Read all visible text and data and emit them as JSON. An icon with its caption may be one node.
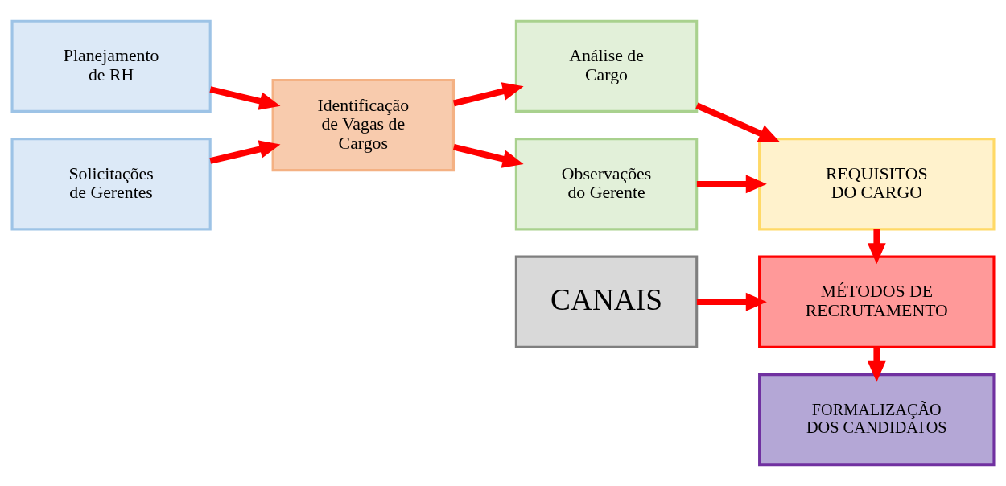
{
  "diagram": {
    "nodes": [
      {
        "text": [
          "Planejamento de RH"
        ]
      },
      {
        "text": [
          "Solicitações de Gerentes"
        ]
      },
      {
        "text": [
          "Identificação de Vagas de Cargos"
        ]
      },
      {
        "text": [
          "Análise de Cargo"
        ]
      },
      {
        "text": [
          "Observações do Gerente"
        ]
      },
      {
        "text": [
          "REQUISITOS DO CARGO"
        ]
      },
      {
        "text": [
          "CANAIS"
        ]
      },
      {
        "text": [
          "MÉTODOS DE RECRUTAMENTO"
        ]
      },
      {
        "text": [
          "FORMALIZAÇÃO DOS CANDIDATOS"
        ]
      }
    ],
    "edges": [
      {
        "from": 0,
        "to": 2,
        "arrow": "to"
      },
      {
        "from": 1,
        "to": 2,
        "arrow": "to"
      },
      {
        "from": 2,
        "to": 3,
        "arrow": "to"
      },
      {
        "from": 2,
        "to": 4,
        "arrow": "to"
      },
      {
        "from": 3,
        "to": 5,
        "arrow": "to"
      },
      {
        "from": 4,
        "to": 5,
        "arrow": "to"
      },
      {
        "from": 5,
        "to": 7,
        "arrow": "to"
      },
      {
        "from": 6,
        "to": 7,
        "arrow": "to"
      },
      {
        "from": 7,
        "to": 8,
        "arrow": "to"
      }
    ]
  }
}
